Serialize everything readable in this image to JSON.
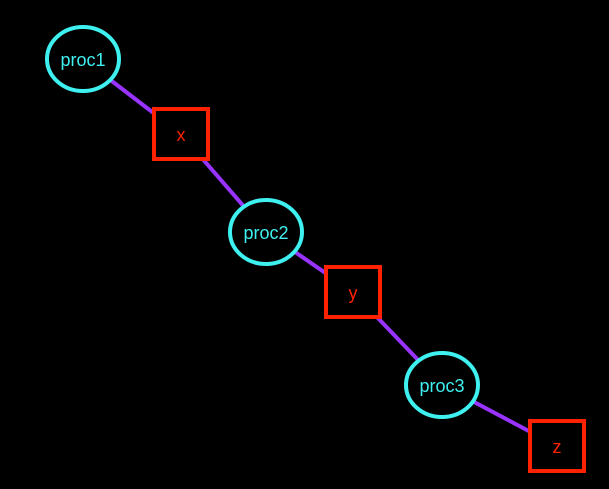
{
  "diagram": {
    "nodes": [
      {
        "id": "proc1",
        "label": "proc1",
        "shape": "ellipse"
      },
      {
        "id": "x",
        "label": "x",
        "shape": "box"
      },
      {
        "id": "proc2",
        "label": "proc2",
        "shape": "ellipse"
      },
      {
        "id": "y",
        "label": "y",
        "shape": "box"
      },
      {
        "id": "proc3",
        "label": "proc3",
        "shape": "ellipse"
      },
      {
        "id": "z",
        "label": "z",
        "shape": "box"
      }
    ],
    "edges": [
      {
        "from": "proc1",
        "to": "x"
      },
      {
        "from": "x",
        "to": "proc2"
      },
      {
        "from": "proc2",
        "to": "y"
      },
      {
        "from": "y",
        "to": "proc3"
      },
      {
        "from": "proc3",
        "to": "z"
      }
    ]
  },
  "colors": {
    "background": "#000000",
    "process": "#3ff0f0",
    "data": "#ff2200",
    "edge": "#9933ff"
  }
}
